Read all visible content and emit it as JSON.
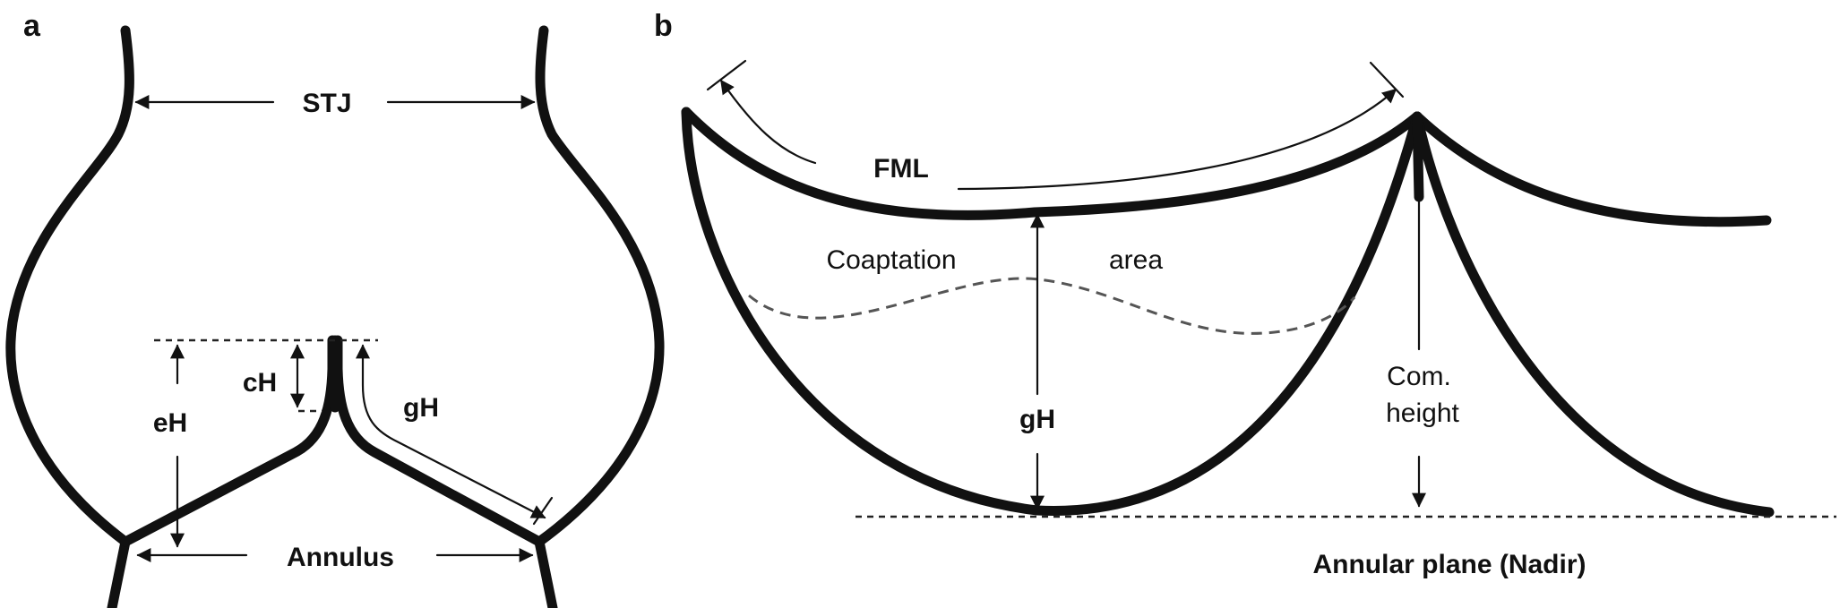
{
  "panel_a": {
    "panel_label": "a",
    "stj_label": "STJ",
    "ch_label": "cH",
    "eh_label": "eH",
    "gh_label": "gH",
    "annulus_label": "Annulus"
  },
  "panel_b": {
    "panel_label": "b",
    "fml_label": "FML",
    "coaptation_label": "Coaptation",
    "area_label": "area",
    "gh_label": "gH",
    "com_height_line1": "Com.",
    "com_height_line2": "height",
    "annular_plane_label": "Annular plane (Nadir)"
  }
}
